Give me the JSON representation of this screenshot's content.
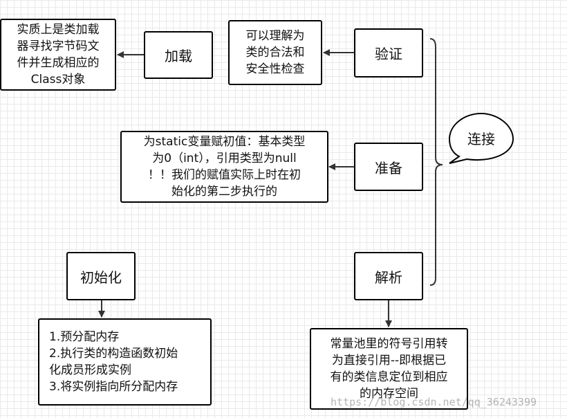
{
  "nodes": {
    "load": "加载",
    "verify": "验证",
    "prepare": "准备",
    "resolve": "解析",
    "initialize": "初始化",
    "link": "连接"
  },
  "notes": {
    "load_desc": [
      "实质上是类加载",
      "器寻找字节码文",
      "件并生成相应的",
      "Class对象"
    ],
    "verify_desc": [
      "可以理解为",
      "类的合法和",
      "安全性检查"
    ],
    "prepare_desc": [
      "为static变量赋初值：基本类型",
      "为0（int），引用类型为null",
      "！！我们的赋值实际上时在初",
      "始化的第二步执行的"
    ],
    "resolve_desc": [
      "常量池里的符号引用转",
      "为直接引用--即根据已",
      "有的类信息定位到相应",
      "的内存空间"
    ],
    "init_desc": [
      "1.预分配内存",
      "2.执行类的构造函数初始",
      "化成员形成实例",
      "3.将实例指向所分配内存"
    ]
  },
  "watermark": "https://blog.csdn.net/qq_36243399"
}
